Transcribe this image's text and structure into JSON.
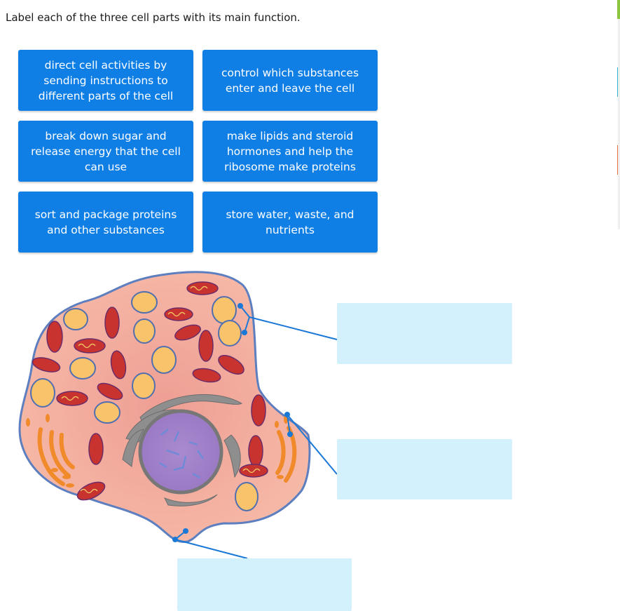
{
  "prompt": "Label each of the three cell parts with its main function.",
  "tiles": [
    "direct cell activities by sending instructions to different parts of the cell",
    "control which substances enter and leave the cell",
    "break down sugar and release energy that the cell can use",
    "make lipids and steroid hormones and help the ribosome make proteins",
    "sort and package proteins and other substances",
    "store water, waste, and nutrients"
  ],
  "targets": [
    "",
    "",
    ""
  ],
  "colors": {
    "tile": "#0f7fe6",
    "drop_zone": "#d3f0fd",
    "leader_line": "#1a78d6",
    "cytoplasm": "#f6b8a8",
    "membrane": "#5d7fc0",
    "nucleus": "#9e7fc6",
    "mitochondrion": "#c8332f",
    "vacuole": "#f8c36a",
    "golgi": "#8e8e8e",
    "er": "#f08a2a"
  },
  "side_tabs": [
    "#8cc63f",
    "#2fb4d8",
    "#e8703a"
  ]
}
